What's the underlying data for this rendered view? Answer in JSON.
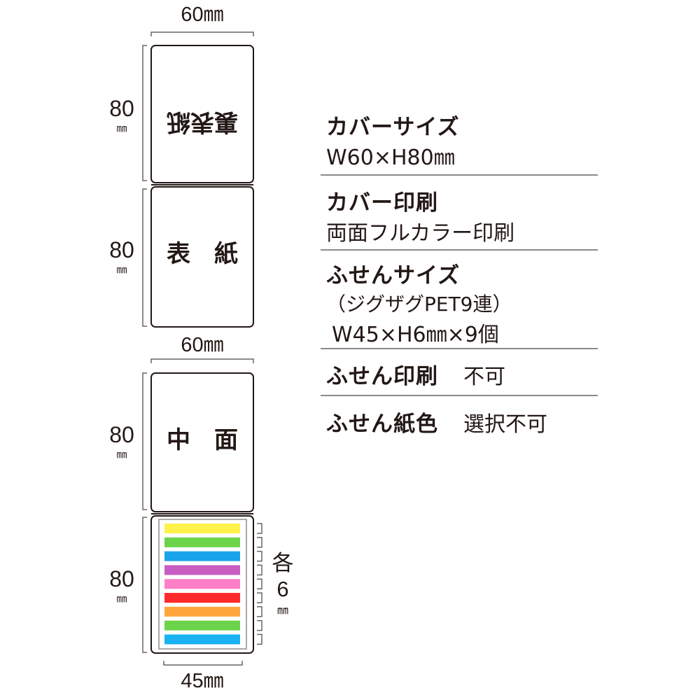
{
  "diagram": {
    "width_top": "60㎜",
    "height_label": "80",
    "height_unit": "㎜",
    "cover_back": "裏表紙",
    "cover_front": "表　紙",
    "inner_label": "中　面",
    "width_mid": "60㎜",
    "width_bottom": "45㎜",
    "each_label": "各",
    "each_value": "6",
    "each_unit": "㎜",
    "sticky_colors": [
      "#fff24a",
      "#6cd34b",
      "#1aa3ea",
      "#c95cc3",
      "#ff7fc6",
      "#ff2a2a",
      "#ffa63d",
      "#6cd34b",
      "#19b3f2"
    ]
  },
  "specs": {
    "cover_size_title": "カバーサイズ",
    "cover_size_value": "W60×H80㎜",
    "cover_print_title": "カバー印刷",
    "cover_print_value": "両面フルカラー印刷",
    "sticky_size_title": "ふせんサイズ",
    "sticky_size_note": "（ジグザグPET9連）",
    "sticky_size_value": "W45×H6㎜×9個",
    "sticky_print_title": "ふせん印刷",
    "sticky_print_value": "不可",
    "sticky_color_title": "ふせん紙色",
    "sticky_color_value": "選択不可"
  }
}
